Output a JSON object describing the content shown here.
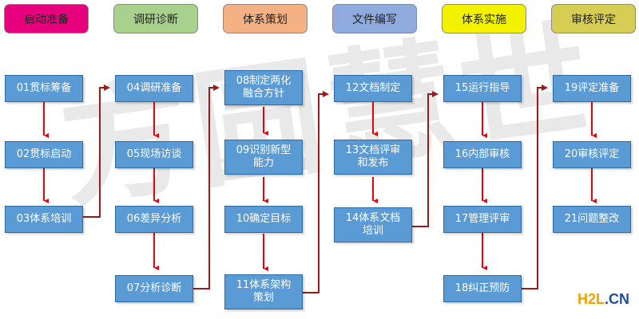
{
  "watermark": "方圆慧世",
  "phases": [
    {
      "label": "启动准备",
      "color": "#e6007e"
    },
    {
      "label": "调研诊断",
      "color": "#a9d18e"
    },
    {
      "label": "体系策划",
      "color": "#f4b183"
    },
    {
      "label": "文件编写",
      "color": "#8faadc"
    },
    {
      "label": "体系实施",
      "color": "#f2f200"
    },
    {
      "label": "审核评定",
      "color": "#d6cd55"
    }
  ],
  "steps": {
    "s01": "01贯标筹备",
    "s02": "02贯标启动",
    "s03": "03体系培训",
    "s04": "04调研准备",
    "s05": "05现场访谈",
    "s06": "06差异分析",
    "s07": "07分析诊断",
    "s08": "08制定两化\n融合方针",
    "s09": "09识别新型\n能力",
    "s10": "10确定目标",
    "s11": "11体系架构\n策划",
    "s12": "12文档制定",
    "s13": "13文档评审\n和发布",
    "s14": "14体系文档\n培训",
    "s15": "15运行指导",
    "s16": "16内部审核",
    "s17": "17管理评审",
    "s18": "18纠正预防",
    "s19": "19评定准备",
    "s20": "20审核评定",
    "s21": "21问题整改"
  },
  "brand": {
    "part1": "H2L",
    "part2": ".CN"
  },
  "colors": {
    "step_fill": "#5b9bd5",
    "arrow_red": "#e8000b",
    "connector": "#9b1b1b"
  }
}
